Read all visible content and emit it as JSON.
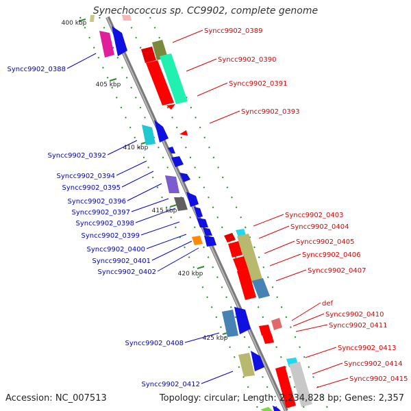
{
  "header": {
    "title": "Synechococcus sp. CC9902, complete genome"
  },
  "footer": {
    "accession": "Accession: NC_007513",
    "summary": "Topology: circular; Length: 2,234,828 bp; Genes: 2,357"
  },
  "colors": {
    "forward_label": "#e00000",
    "reverse_label": "#0000d0",
    "backbone": "#8c8c8c",
    "tick": "#2a8a2a"
  },
  "ticks": [
    "400 kbp",
    "405 kbp",
    "410 kbp",
    "415 kbp",
    "420 kbp",
    "425 kbp"
  ],
  "genes": {
    "forward": [
      "Syncc9902_0389",
      "Syncc9902_0390",
      "Syncc9902_0391",
      "Syncc9902_0393",
      "Syncc9902_0403",
      "Syncc9902_0404",
      "Syncc9902_0405",
      "Syncc9902_0406",
      "Syncc9902_0407",
      "def",
      "Syncc9902_0410",
      "Syncc9902_0411",
      "Syncc9902_0413",
      "Syncc9902_0414",
      "Syncc9902_0415"
    ],
    "reverse": [
      "Syncc9902_0388",
      "Syncc9902_0392",
      "Syncc9902_0394",
      "Syncc9902_0395",
      "Syncc9902_0396",
      "Syncc9902_0397",
      "Syncc9902_0398",
      "Syncc9902_0399",
      "Syncc9902_0400",
      "Syncc9902_0401",
      "Syncc9902_0402",
      "Syncc9902_0408",
      "Syncc9902_0412"
    ]
  }
}
